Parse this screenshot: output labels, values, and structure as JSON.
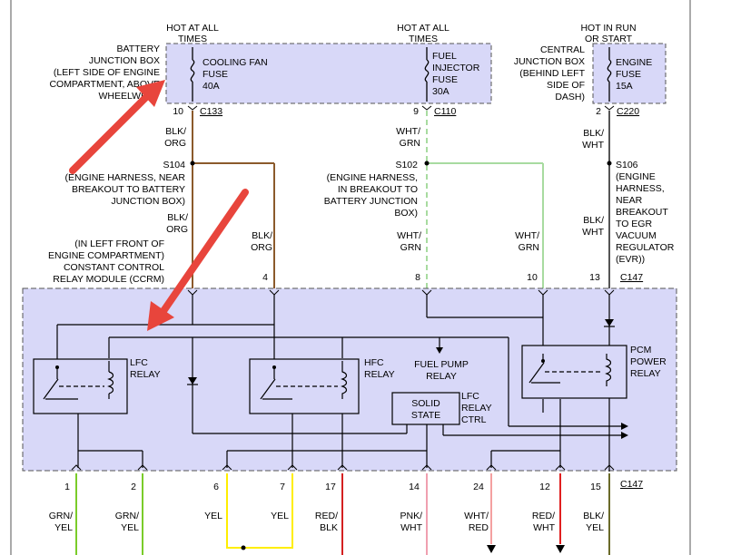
{
  "top_labels": {
    "fuse1_hot": [
      "HOT AT ALL",
      "TIMES"
    ],
    "fuse2_hot": [
      "HOT AT ALL",
      "TIMES"
    ],
    "fuse3_hot": [
      "HOT IN RUN",
      "OR START"
    ]
  },
  "battery_box": [
    "BATTERY",
    "JUNCTION BOX",
    "(LEFT SIDE OF ENGINE",
    "COMPARTMENT, ABOVE",
    "WHEELWE"
  ],
  "central_box": [
    "CENTRAL",
    "JUNCTION BOX",
    "(BEHIND LEFT",
    "SIDE OF",
    "DASH)"
  ],
  "fuses": [
    {
      "lines": [
        "COOLING FAN",
        "FUSE",
        "40A"
      ],
      "pin": "10",
      "conn": "C133"
    },
    {
      "lines": [
        "FUEL",
        "INJECTOR",
        "FUSE",
        "30A"
      ],
      "pin": "9",
      "conn": "C110"
    },
    {
      "lines": [
        "ENGINE",
        "FUSE",
        "15A"
      ],
      "pin": "2",
      "conn": "C220"
    }
  ],
  "wire_labels_top": {
    "w1": [
      "BLK/",
      "ORG"
    ],
    "w2": [
      "WHT/",
      "GRN"
    ],
    "w3": [
      "BLK/",
      "WHT"
    ]
  },
  "splices": {
    "s104": {
      "id": "S104",
      "desc": [
        "(ENGINE HARNESS, NEAR",
        "BREAKOUT TO BATTERY",
        "JUNCTION BOX)"
      ]
    },
    "s102": {
      "id": "S102",
      "desc": [
        "(ENGINE HARNESS,",
        "IN BREAKOUT TO",
        "BATTERY JUNCTION",
        "BOX)"
      ]
    },
    "s106": {
      "id": "S106",
      "desc": [
        "(ENGINE",
        "HARNESS,",
        "NEAR",
        "BREAKOUT",
        "TO EGR",
        "VACUUM",
        "REGULATOR",
        "(EVR))"
      ]
    }
  },
  "wire_labels_mid": {
    "a": [
      "BLK/",
      "ORG"
    ],
    "b": [
      "BLK/",
      "ORG"
    ],
    "c": [
      "WHT/",
      "GRN"
    ],
    "d": [
      "WHT/",
      "GRN"
    ],
    "e": [
      "BLK/",
      "WHT"
    ]
  },
  "module_desc": [
    "(IN LEFT FRONT OF",
    "ENGINE COMPARTMENT)",
    "CONSTANT CONTROL",
    "RELAY MODULE (CCRM)"
  ],
  "top_pins": [
    "4",
    "8",
    "10",
    "13"
  ],
  "top_conn": "C147",
  "relays": {
    "lfc": [
      "LFC",
      "RELAY"
    ],
    "hfc": [
      "HFC",
      "RELAY"
    ],
    "fuel": [
      "FUEL PUMP",
      "RELAY"
    ],
    "pcm": [
      "PCM",
      "POWER",
      "RELAY"
    ],
    "solid_state": [
      "SOLID",
      "STATE"
    ],
    "lfc_ctrl": [
      "LFC",
      "RELAY",
      "CTRL"
    ]
  },
  "bottom_pins": [
    "1",
    "2",
    "6",
    "7",
    "17",
    "14",
    "24",
    "12",
    "15"
  ],
  "bottom_conn": "C147",
  "bottom_wires": [
    [
      "GRN/",
      "YEL"
    ],
    [
      "GRN/",
      "YEL"
    ],
    [
      "YEL"
    ],
    [
      "YEL"
    ],
    [
      "RED/",
      "BLK"
    ],
    [
      "PNK/",
      "WHT"
    ],
    [
      "WHT/",
      "RED"
    ],
    [
      "RED/",
      "WHT"
    ],
    [
      "BLK/",
      "YEL"
    ]
  ],
  "colors": {
    "blk_org": "#8b5a2b",
    "wht_grn": "#a8dba0",
    "blk_wht": "#555555",
    "grn_yel": "#7acc2a",
    "yel": "#ffee00",
    "red_blk": "#d42020",
    "pnk_wht": "#f0a0b0",
    "wht_red": "#f4a0a0",
    "red_wht": "#e02020",
    "blk_yel": "#6b6b2a",
    "module_fill": "#d8d8f8",
    "arrow": "#e8453c"
  }
}
